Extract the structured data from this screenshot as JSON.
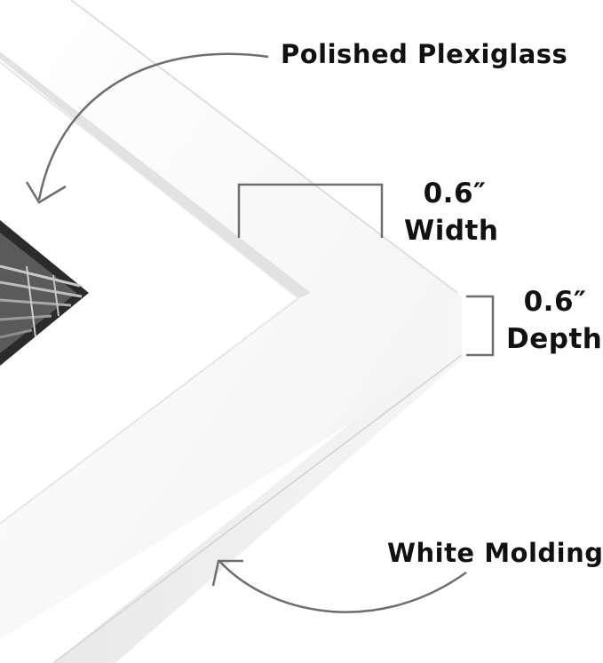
{
  "annotations": {
    "plexiglass": "Polished Plexiglass",
    "width_value": "0.6″",
    "width_label": "Width",
    "depth_value": "0.6″",
    "depth_label": "Depth",
    "molding": "White Molding"
  },
  "colors": {
    "frame_front": "#f7f7f7",
    "frame_side": "#ececec",
    "frame_shadow": "#dcdcdc",
    "mat": "#ffffff",
    "arrow": "#6e6e6e",
    "photo_dark": "#2b2b2b"
  }
}
